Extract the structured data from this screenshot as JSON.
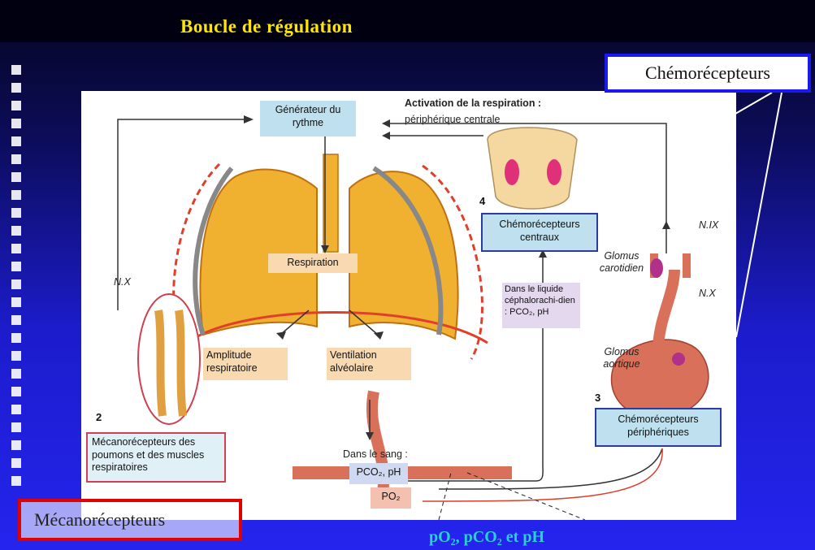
{
  "slide": {
    "title": "Boucle de régulation",
    "chemoreceptors_label": "Chémorécepteurs",
    "mechanoreceptors_label": "Mécanorécepteurs",
    "bottom_label": "pO₂, pCO₂ et pH"
  },
  "diagram": {
    "activation_title": "Activation de la respiration :",
    "activation_sub": "périphérique centrale",
    "generator": "Générateur du rythme",
    "respiration": "Respiration",
    "amplitude": "Amplitude respiratoire",
    "ventilation": "Ventilation alvéolaire",
    "nx_left": "N.X",
    "nx_right": "N.X",
    "nix": "N.IX",
    "num_2": "2",
    "num_3": "3",
    "num_4": "4",
    "mechano_box": "Mécanorécepteurs des poumons et des muscles respiratoires",
    "central_chemo": "Chémorécepteurs centraux",
    "peripheral_chemo": "Chémorécepteurs périphériques",
    "csf": "Dans le liquide céphalorachi-dien : PCO₂, pH",
    "glomus_carotid": "Glomus carotidien",
    "glomus_aortic": "Glomus aortique",
    "blood": "Dans le sang :",
    "pco2_ph": "PCO₂, pH",
    "po2": "PO₂"
  },
  "colors": {
    "title": "#ffe600",
    "chemo_border": "#1a1aee",
    "meca_border": "#e00000",
    "bottom_label": "#2ad0d0",
    "lung_fill": "#f0b030",
    "blue_box_fill": "#bfe0ee",
    "pink_box_fill": "#f4c0b0"
  }
}
